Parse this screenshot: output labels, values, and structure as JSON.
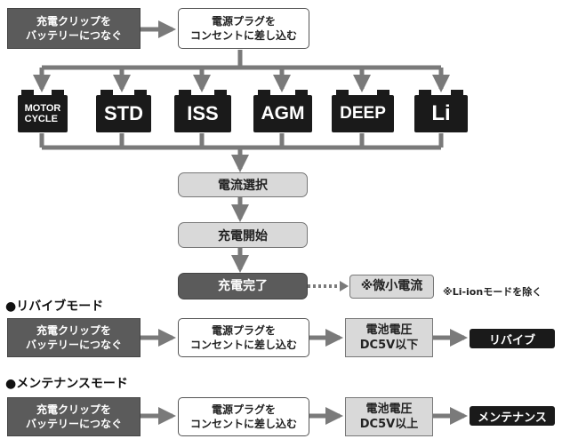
{
  "top": {
    "step1": "充電クリップを\nバッテリーにつなぐ",
    "step2": "電源プラグを\nコンセントに差し込む"
  },
  "batteries": [
    {
      "label": "MOTOR\nCYCLE",
      "icon": "battery-icon"
    },
    {
      "label": "STD",
      "icon": "battery-icon"
    },
    {
      "label": "ISS",
      "icon": "battery-icon"
    },
    {
      "label": "AGM",
      "icon": "battery-icon"
    },
    {
      "label": "DEEP",
      "icon": "battery-icon"
    },
    {
      "label": "Li",
      "icon": "battery-icon"
    }
  ],
  "flow": {
    "select": "電流選択",
    "start": "充電開始",
    "complete": "充電完了",
    "trickle": "※微小電流",
    "note": "※Li-ionモードを除く"
  },
  "revive": {
    "title": "●リバイブモード",
    "step1": "充電クリップを\nバッテリーにつなぐ",
    "step2": "電源プラグを\nコンセントに差し込む",
    "condition": "電池電圧\nDC5V以下",
    "result": "リバイブ"
  },
  "maintenance": {
    "title": "●メンテナンスモード",
    "step1": "充電クリップを\nバッテリーにつなぐ",
    "step2": "電源プラグを\nコンセントに差し込む",
    "condition": "電池電圧\nDC5V以上",
    "result": "メンテナンス"
  },
  "colors": {
    "dark_box": "#5b5b5b",
    "gray_box": "#d9d9d9",
    "line": "#7a7a7a",
    "black": "#1a1a1a"
  }
}
